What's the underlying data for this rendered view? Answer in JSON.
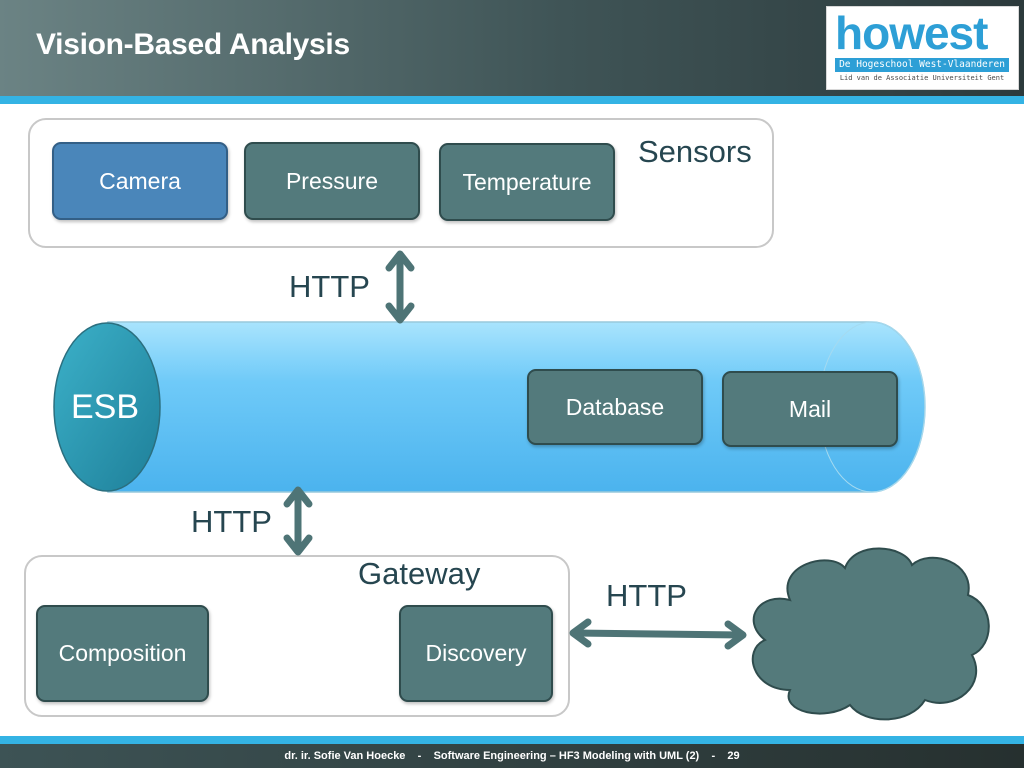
{
  "slide": {
    "title": "Vision-Based Analysis"
  },
  "logo": {
    "word": "howest",
    "bar_text": "De Hogeschool West-Vlaanderen",
    "sub_text": "Lid van de Associatie Universiteit Gent"
  },
  "sensors": {
    "label": "Sensors",
    "items": [
      "Camera",
      "Pressure",
      "Temperature"
    ]
  },
  "esb": {
    "label": "ESB",
    "services": [
      "Database",
      "Mail"
    ]
  },
  "gateway": {
    "label": "Gateway",
    "items": [
      "Composition",
      "Discovery"
    ]
  },
  "connections": {
    "sensors_esb": "HTTP",
    "esb_gateway": "HTTP",
    "gateway_cloud": "HTTP"
  },
  "footer": {
    "author": "dr. ir. Sofie Van Hoecke",
    "course": "Software Engineering – HF3 Modeling with UML (2)",
    "page": "29",
    "separator": "-"
  },
  "colors": {
    "accent": "#34b3e4",
    "node": "#537a7c",
    "camera": "#4a86ba",
    "esb_pipe": "#6cc7f7",
    "esb_cap": "#2a99b4",
    "cloud": "#547a7b"
  }
}
